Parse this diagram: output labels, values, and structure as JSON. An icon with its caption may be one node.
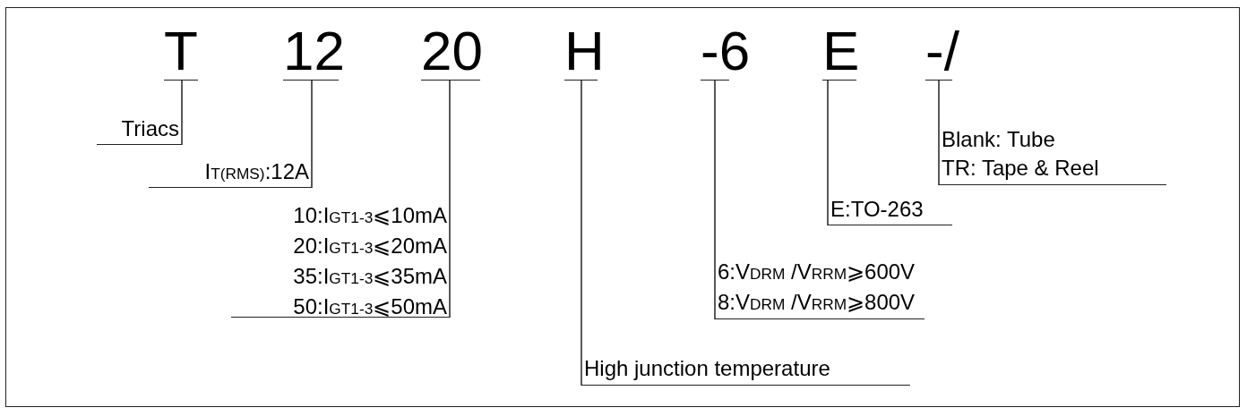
{
  "diagram": {
    "nodes": [
      {
        "text": [
          "T"
        ]
      },
      {
        "text": [
          "12"
        ]
      },
      {
        "text": [
          "20"
        ]
      },
      {
        "text": [
          "H"
        ]
      },
      {
        "text": [
          "-6"
        ]
      },
      {
        "text": [
          "E"
        ]
      },
      {
        "text": [
          "-/"
        ]
      },
      {
        "text": [
          "Triacs"
        ]
      },
      {
        "text": [
          "I$_{T(RMS)}$:12A"
        ]
      },
      {
        "text": [
          "10:I$_{GT1-3}$⩽10mA",
          "20:I$_{GT1-3}$⩽20mA",
          "35:I$_{GT1-3}$⩽35mA",
          "50:I$_{GT1-3}$⩽50mA"
        ]
      },
      {
        "text": [
          "High junction temperature"
        ]
      },
      {
        "text": [
          "6:V$_{DRM}$ /V$_{RRM}$⩾600V",
          "8:V$_{DRM}$ /V$_{RRM}$⩾800V"
        ]
      },
      {
        "text": [
          "E:TO-263"
        ]
      },
      {
        "text": [
          "Blank: Tube",
          "TR: Tape & Reel"
        ]
      }
    ],
    "edges": [
      {
        "from": 0,
        "to": 7,
        "arrow": "none"
      },
      {
        "from": 1,
        "to": 8,
        "arrow": "none"
      },
      {
        "from": 2,
        "to": 9,
        "arrow": "none"
      },
      {
        "from": 3,
        "to": 10,
        "arrow": "none"
      },
      {
        "from": 4,
        "to": 11,
        "arrow": "none"
      },
      {
        "from": 5,
        "to": 12,
        "arrow": "none"
      },
      {
        "from": 6,
        "to": 13,
        "arrow": "none"
      }
    ]
  }
}
